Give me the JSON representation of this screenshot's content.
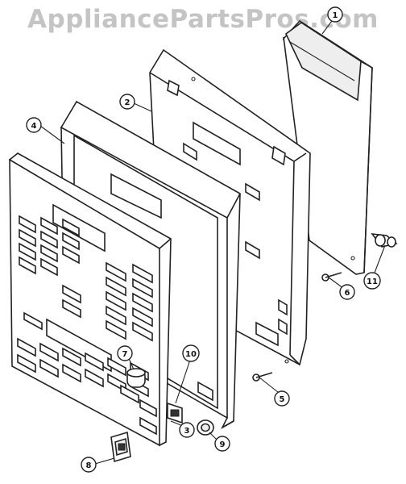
{
  "watermark": "AppliancePartsPros.com",
  "callouts": [
    {
      "id": "callout-1",
      "label": "1"
    },
    {
      "id": "callout-2",
      "label": "2"
    },
    {
      "id": "callout-3",
      "label": "3"
    },
    {
      "id": "callout-4",
      "label": "4"
    },
    {
      "id": "callout-5",
      "label": "5"
    },
    {
      "id": "callout-6",
      "label": "6"
    },
    {
      "id": "callout-7",
      "label": "7"
    },
    {
      "id": "callout-8",
      "label": "8"
    },
    {
      "id": "callout-9",
      "label": "9"
    },
    {
      "id": "callout-10",
      "label": "10"
    },
    {
      "id": "callout-11",
      "label": "11"
    }
  ]
}
